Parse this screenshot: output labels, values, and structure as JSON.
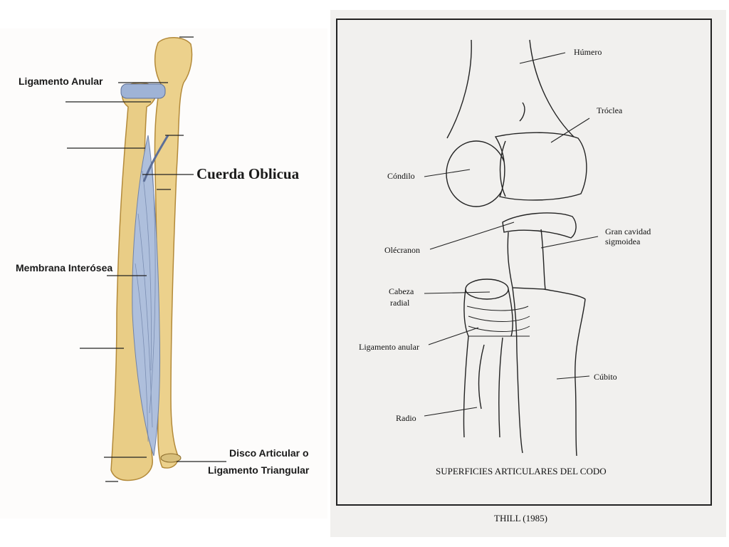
{
  "left_figure": {
    "labels": {
      "ligamento_anular": "Ligamento Anular",
      "cuerda_oblicua": "Cuerda Oblicua",
      "membrana_interosea": "Membrana Interósea",
      "disco_articular_line1": "Disco Articular o",
      "disco_articular_line2": "Ligamento Triangular"
    },
    "colors": {
      "bone": "#e9cd86",
      "bone_shadow": "#c9a24e",
      "membrane": "#aebfdc"
    }
  },
  "right_figure": {
    "labels": {
      "humero": "Húmero",
      "troclea": "Tróclea",
      "condilo": "Cóndilo",
      "olecranon": "Olécranon",
      "gran_cavidad_line1": "Gran cavidad",
      "gran_cavidad_line2": "sigmoidea",
      "cabeza_radial_line1": "Cabeza",
      "cabeza_radial_line2": "radial",
      "ligamento_anular": "Ligamento anular",
      "cubito": "Cúbito",
      "radio": "Radio"
    },
    "caption": "SUPERFICIES ARTICULARES DEL CODO",
    "source": "THILL (1985)"
  }
}
